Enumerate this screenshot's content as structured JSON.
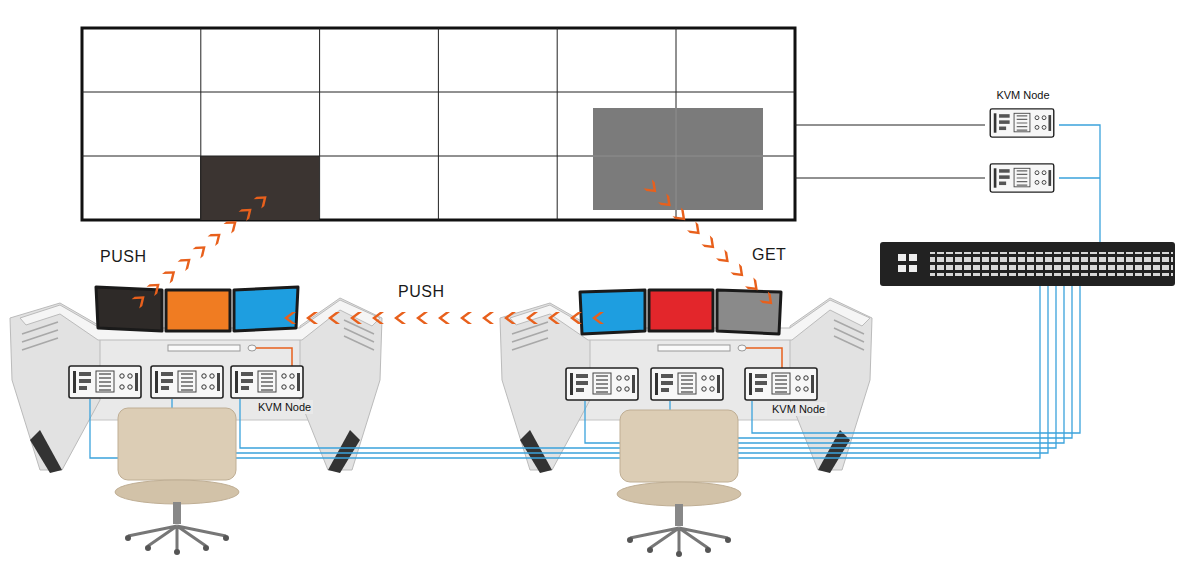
{
  "diagram": {
    "nodes": [
      {
        "text": [
          "KVM Node"
        ]
      },
      {
        "text": [
          "KVM Node"
        ]
      },
      {
        "text": [
          "KVM Node"
        ]
      }
    ],
    "labels": [
      "PUSH",
      "GET",
      "PUSH"
    ]
  }
}
